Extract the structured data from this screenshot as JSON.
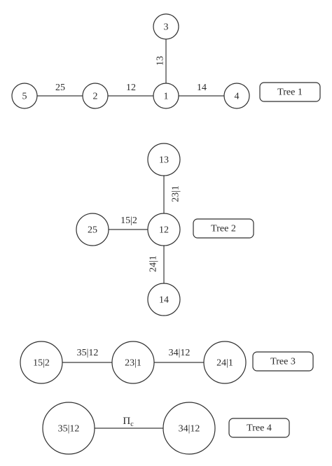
{
  "trees": [
    {
      "label": "Tree 1",
      "nodes": [
        "5",
        "2",
        "1",
        "3",
        "4"
      ],
      "edges": [
        {
          "from": "5",
          "to": "2",
          "label": "25"
        },
        {
          "from": "2",
          "to": "1",
          "label": "12"
        },
        {
          "from": "1",
          "to": "3",
          "label": "13"
        },
        {
          "from": "1",
          "to": "4",
          "label": "14"
        }
      ]
    },
    {
      "label": "Tree 2",
      "nodes": [
        "13",
        "25",
        "12",
        "14"
      ],
      "edges": [
        {
          "from": "12",
          "to": "13",
          "label": "23|1"
        },
        {
          "from": "25",
          "to": "12",
          "label": "15|2"
        },
        {
          "from": "12",
          "to": "14",
          "label": "24|1"
        }
      ]
    },
    {
      "label": "Tree 3",
      "nodes": [
        "15|2",
        "23|1",
        "24|1"
      ],
      "edges": [
        {
          "from": "15|2",
          "to": "23|1",
          "label": "35|12"
        },
        {
          "from": "23|1",
          "to": "24|1",
          "label": "34|12"
        }
      ]
    },
    {
      "label": "Tree 4",
      "nodes": [
        "35|12",
        "34|12"
      ],
      "edges": [
        {
          "from": "35|12",
          "to": "34|12",
          "label": "Π",
          "label_sub": "c"
        }
      ]
    }
  ]
}
